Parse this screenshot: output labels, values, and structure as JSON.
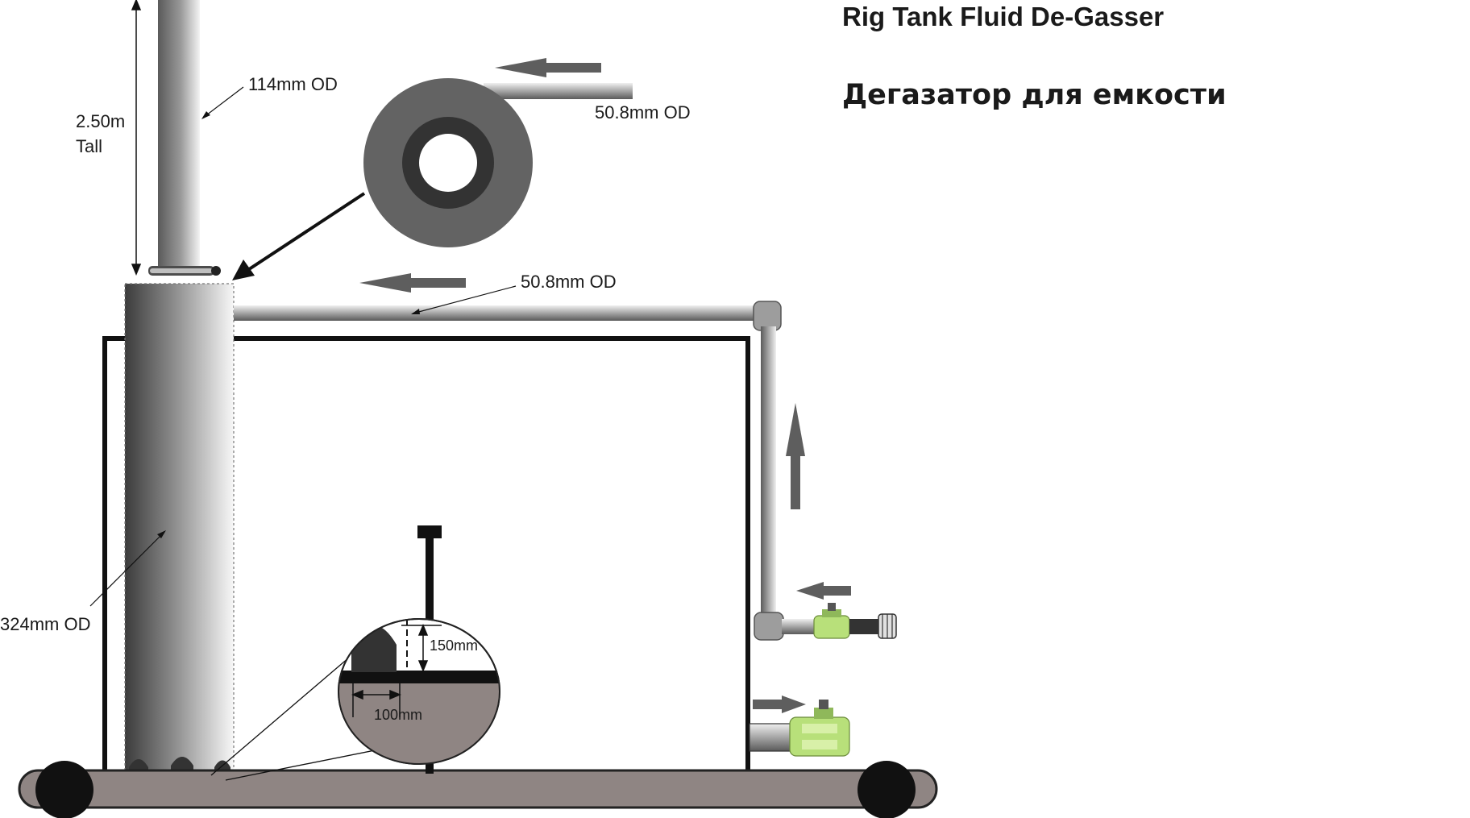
{
  "title": {
    "english": "Rig Tank Fluid De-Gasser",
    "russian": "Дегазатор для емкости"
  },
  "labels": {
    "stack_od": "114mm OD",
    "stack_height_value": "2.50m",
    "stack_height_word": "Tall",
    "inlet_top_od": "50.8mm OD",
    "return_line_od": "50.8mm OD",
    "vessel_od": "324mm OD",
    "slot_height": "150mm",
    "slot_width": "100mm"
  },
  "colors": {
    "pipe_dark": "#4a4a4a",
    "pipe_light": "#f2f2f2",
    "skid": "#8f8583",
    "ring_outer": "#636363",
    "ring_inner": "#333333",
    "valve_green": "#b8e07a",
    "arrow_gray": "#5e5e5e",
    "tank_outline": "#111111"
  }
}
